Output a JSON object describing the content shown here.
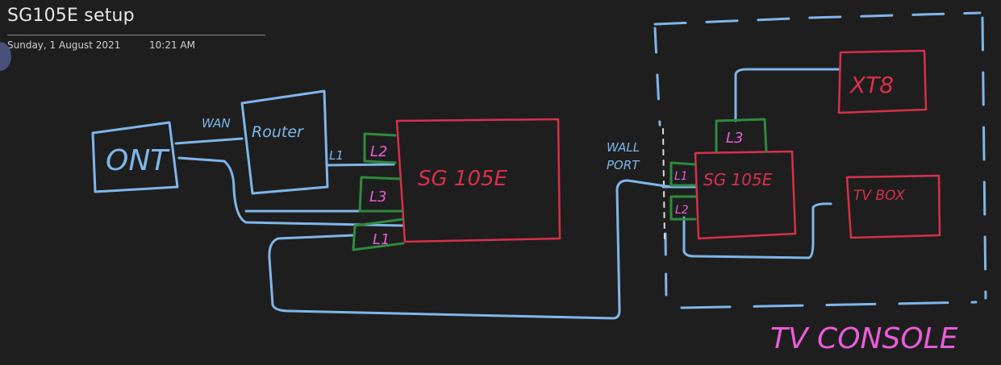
{
  "page": {
    "title": "SG105E setup",
    "date": "Sunday, 1 August 2021",
    "time": "10:21 AM"
  },
  "colors": {
    "background": "#1e1e1e",
    "cable": "#7fb6ea",
    "device": "#d8304a",
    "port": "#2f8a3e",
    "port_label": "#ea5cd8",
    "console_border": "#7fb6ea"
  },
  "diagram": {
    "ont_label": "ONT",
    "router_label": "Router",
    "wan_label": "WAN",
    "router_port_label": "L1",
    "switch1_label": "SG 105E",
    "switch1_ports": [
      "L2",
      "L3",
      "L1"
    ],
    "wall_port_label_1": "WALL",
    "wall_port_label_2": "PORT",
    "switch2_label": "SG 105E",
    "switch2_ports": [
      "L3",
      "L1",
      "L2"
    ],
    "xt8_label": "XT8",
    "tvbox_label": "TV BOX",
    "console_label": "TV CONSOLE"
  }
}
